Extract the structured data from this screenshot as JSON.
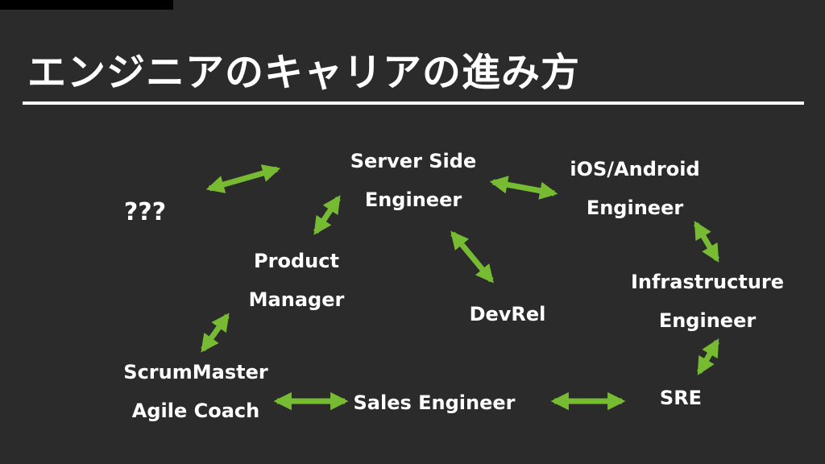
{
  "title": "エンジニアのキャリアの進み方",
  "accent_color": "#77bb33",
  "nodes": {
    "unknown": [
      "???"
    ],
    "server_side": [
      "Server Side",
      "Engineer"
    ],
    "ios_android": [
      "iOS/Android",
      "Engineer"
    ],
    "product_manager": [
      "Product",
      "Manager"
    ],
    "devrel": [
      "DevRel"
    ],
    "infrastructure": [
      "Infrastructure",
      "Engineer"
    ],
    "scrum_master": [
      "ScrumMaster",
      "Agile Coach"
    ],
    "sales_engineer": [
      "Sales Engineer"
    ],
    "sre": [
      "SRE"
    ]
  },
  "edges": [
    {
      "from": "unknown",
      "to": "server_side"
    },
    {
      "from": "server_side",
      "to": "ios_android"
    },
    {
      "from": "product_manager",
      "to": "server_side"
    },
    {
      "from": "server_side",
      "to": "devrel"
    },
    {
      "from": "ios_android",
      "to": "infrastructure"
    },
    {
      "from": "scrum_master",
      "to": "product_manager"
    },
    {
      "from": "infrastructure",
      "to": "sre"
    },
    {
      "from": "scrum_master",
      "to": "sales_engineer"
    },
    {
      "from": "sales_engineer",
      "to": "sre"
    }
  ]
}
